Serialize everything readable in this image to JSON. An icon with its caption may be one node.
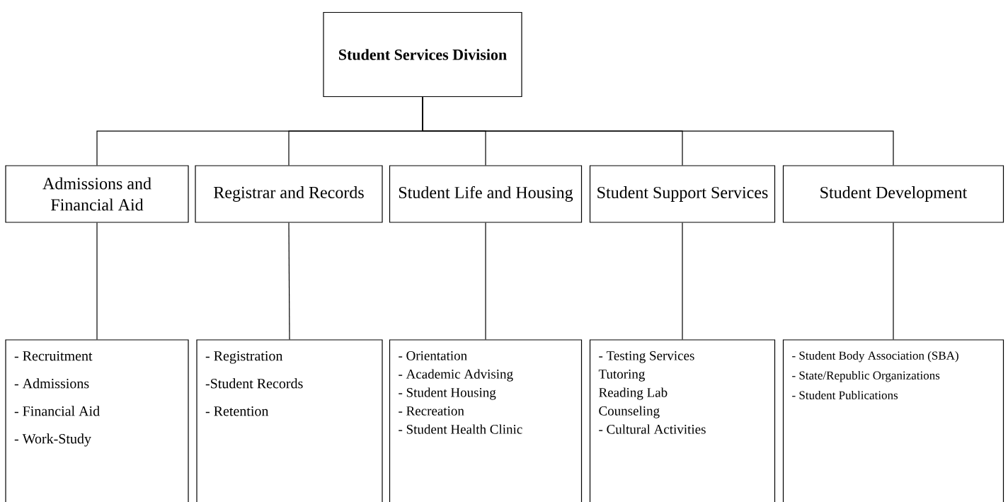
{
  "diagram": {
    "nodes": [
      {
        "text": [
          "Student Services Division"
        ]
      },
      {
        "text": [
          "Admissions and Financial Aid"
        ]
      },
      {
        "text": [
          "Registrar and Records"
        ]
      },
      {
        "text": [
          "Student Life and Housing"
        ]
      },
      {
        "text": [
          "Student Support Services"
        ]
      },
      {
        "text": [
          "Student Development"
        ]
      },
      {
        "text": [
          "- Recruitment",
          "- Admissions",
          "- Financial Aid",
          "- Work-Study"
        ]
      },
      {
        "text": [
          "- Registration",
          "-Student Records",
          "- Retention"
        ]
      },
      {
        "text": [
          "- Orientation",
          "- Academic Advising",
          "- Student Housing",
          "- Recreation",
          "- Student Health Clinic"
        ]
      },
      {
        "text": [
          "- Testing Services",
          "Tutoring",
          "Reading Lab",
          "Counseling",
          "- Cultural Activities"
        ]
      },
      {
        "text": [
          "- Student Body Association (SBA)",
          "- State/Republic Organizations",
          "- Student Publications"
        ]
      }
    ],
    "edges": [
      {
        "from": 0,
        "to": 1,
        "arrow": "none"
      },
      {
        "from": 0,
        "to": 2,
        "arrow": "none"
      },
      {
        "from": 0,
        "to": 3,
        "arrow": "none"
      },
      {
        "from": 0,
        "to": 4,
        "arrow": "none"
      },
      {
        "from": 0,
        "to": 5,
        "arrow": "none"
      },
      {
        "from": 1,
        "to": 6,
        "arrow": "none"
      },
      {
        "from": 2,
        "to": 7,
        "arrow": "none"
      },
      {
        "from": 3,
        "to": 8,
        "arrow": "none"
      },
      {
        "from": 4,
        "to": 9,
        "arrow": "none"
      },
      {
        "from": 5,
        "to": 10,
        "arrow": "none"
      }
    ]
  }
}
